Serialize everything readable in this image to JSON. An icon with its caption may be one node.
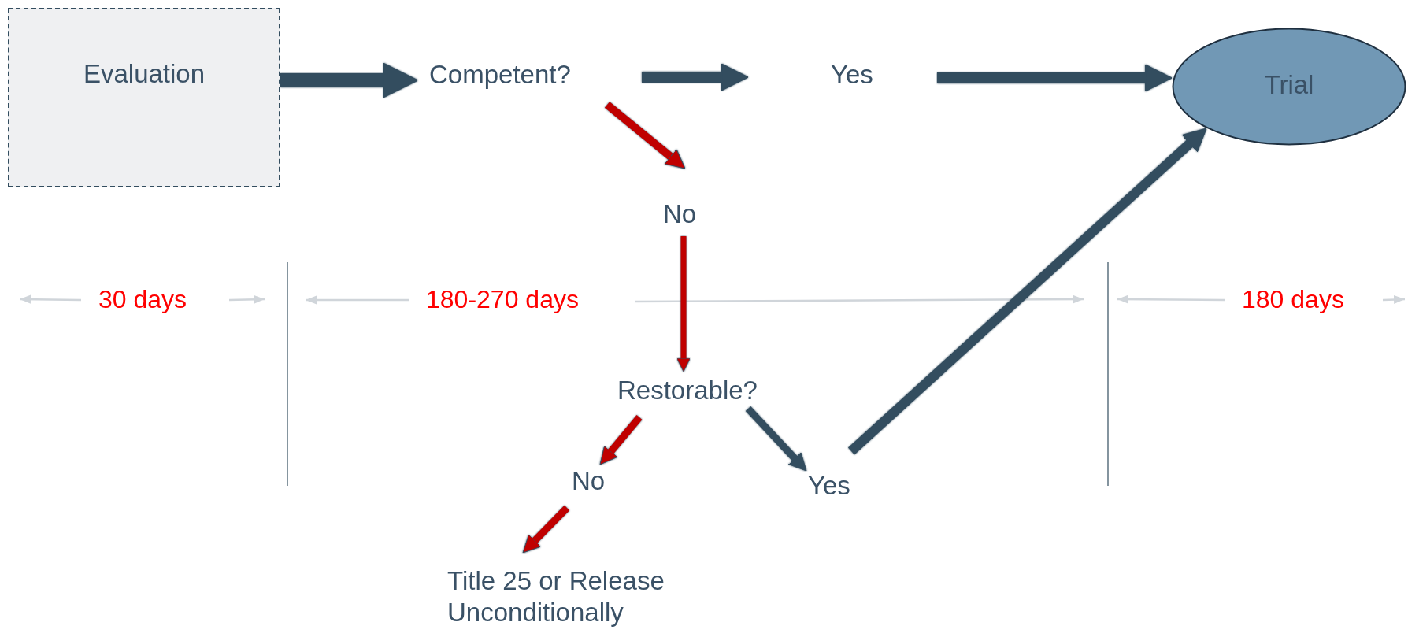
{
  "diagram": {
    "nodes": [
      {
        "text": [
          "Evaluation"
        ]
      },
      {
        "text": [
          "Competent?"
        ]
      },
      {
        "text": [
          "Yes"
        ]
      },
      {
        "text": [
          "Trial"
        ]
      },
      {
        "text": [
          "No"
        ]
      },
      {
        "text": [
          "Restorable?"
        ]
      },
      {
        "text": [
          "No"
        ]
      },
      {
        "text": [
          "Yes"
        ]
      },
      {
        "text": [
          "Title 25 or Release Unconditionally"
        ]
      }
    ],
    "edges": [
      {
        "from": 0,
        "to": 1,
        "arrow": "to",
        "style": "thick"
      },
      {
        "from": 1,
        "to": 2,
        "arrow": "to"
      },
      {
        "from": 2,
        "to": 3,
        "arrow": "to"
      },
      {
        "from": 1,
        "to": 4,
        "arrow": "to",
        "color": "#c00000"
      },
      {
        "from": 4,
        "to": 5,
        "arrow": "to",
        "color": "#c00000"
      },
      {
        "from": 5,
        "to": 6,
        "arrow": "to",
        "color": "#c00000"
      },
      {
        "from": 6,
        "to": 8,
        "arrow": "to",
        "color": "#c00000"
      },
      {
        "from": 5,
        "to": 7,
        "arrow": "to"
      },
      {
        "from": 7,
        "to": 3,
        "arrow": "to"
      }
    ],
    "labels": [
      "30 days",
      "180-270 days",
      "180 days"
    ]
  }
}
